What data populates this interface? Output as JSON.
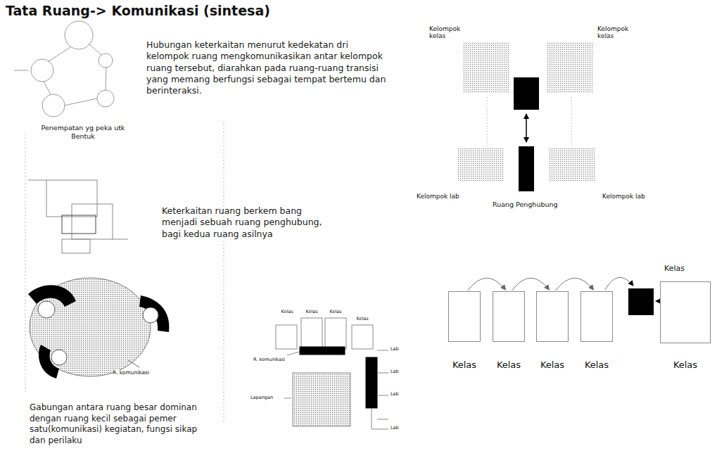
{
  "diagram": {
    "title": "Tata Ruang-> Komunikasi (sintesa)",
    "nodes": [
      {
        "text": [
          "Kelompok kelas"
        ]
      },
      {
        "text": [
          "Kelompok kelas"
        ]
      },
      {
        "text": [
          "Kelompok lab"
        ]
      },
      {
        "text": [
          "Kelompok lab"
        ]
      },
      {
        "text": [
          "Kelas"
        ]
      },
      {
        "text": [
          "Kelas"
        ]
      },
      {
        "text": [
          "Kelas"
        ]
      },
      {
        "text": [
          "Kelas"
        ]
      },
      {
        "text": [
          "Kelas"
        ]
      }
    ],
    "edges": [
      {
        "from": 4,
        "to": 5,
        "arrow": "to"
      },
      {
        "from": 5,
        "to": 6,
        "arrow": "to"
      },
      {
        "from": 6,
        "to": 7,
        "arrow": "to"
      }
    ],
    "labels": [
      "Hubungan keterkaitan menurut kedekatan dri kelompok ruang mengkomunikasikan antar kelompok ruang tersebut, diarahkan pada ruang-ruang transisi yang memang berfungsi sebagai tempat bertemu dan berinteraksi.",
      "Penempatan yg peka utk Bentuk",
      "Keterkaitan ruang berkem bang menjadi sebuah ruang penghubung, bagi kedua ruang asilnya",
      "R. komunikasi",
      "Gabungan antara ruang besar dominan dengan ruang kecil sebagai pemer satu(komunikasi) kegiatan, fungsi sikap dan perilaku",
      "Ruang Penghubung",
      "Kelas",
      "Kelas",
      "Kelas",
      "Kelas",
      "R. komunikasi",
      "Lapangan",
      "Lab",
      "Lab",
      "Lab",
      "Lab",
      "Kelas"
    ]
  }
}
